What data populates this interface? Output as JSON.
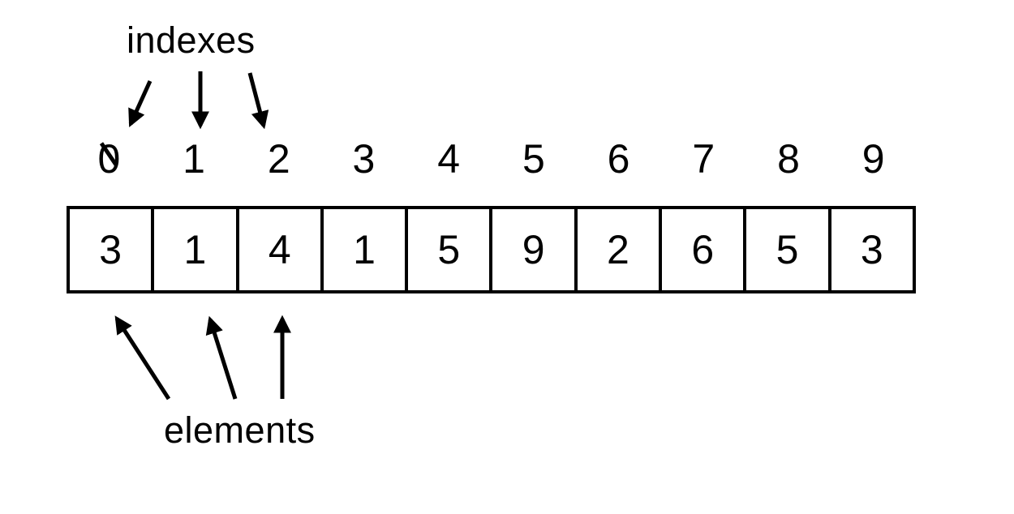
{
  "labels": {
    "indexes": "indexes",
    "elements": "elements"
  },
  "array": {
    "indexes": [
      "0",
      "1",
      "2",
      "3",
      "4",
      "5",
      "6",
      "7",
      "8",
      "9"
    ],
    "values": [
      "3",
      "1",
      "4",
      "1",
      "5",
      "9",
      "2",
      "6",
      "5",
      "3"
    ]
  },
  "icons": {
    "index_arrows": "down-arrow-icon",
    "element_arrows": "up-arrow-icon"
  },
  "colors": {
    "foreground": "#000000",
    "background": "#ffffff"
  }
}
